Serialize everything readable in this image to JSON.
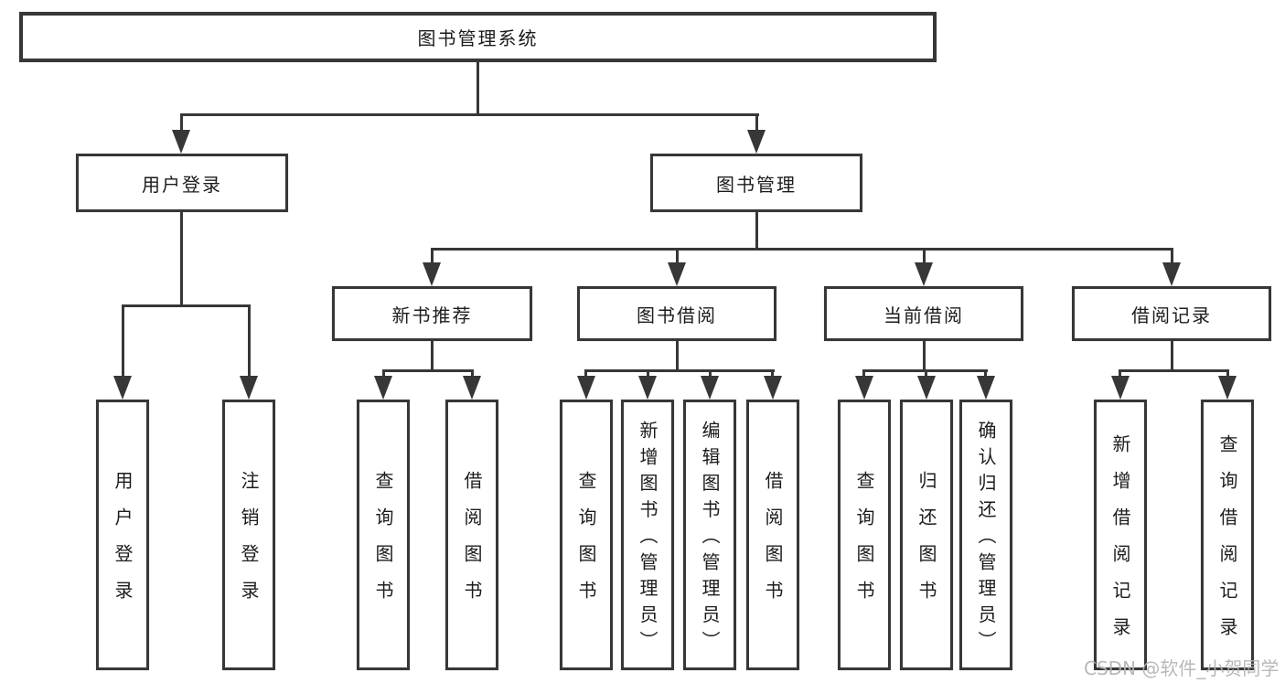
{
  "diagram_title": "图书管理系统",
  "nodes": {
    "root": "图书管理系统",
    "user_login": "用户登录",
    "book_mgmt": "图书管理",
    "new_book_rec": "新书推荐",
    "book_borrow": "图书借阅",
    "current_borrow": "当前借阅",
    "borrow_records": "借阅记录"
  },
  "leaves": [
    {
      "label": "用户登录",
      "parent": "用户登录"
    },
    {
      "label": "注销登录",
      "parent": "用户登录"
    },
    {
      "label": "查询图书",
      "parent": "新书推荐"
    },
    {
      "label": "借阅图书",
      "parent": "新书推荐"
    },
    {
      "label": "查询图书",
      "parent": "图书借阅"
    },
    {
      "label": "新增图书（管理员）",
      "parent": "图书借阅"
    },
    {
      "label": "编辑图书（管理员）",
      "parent": "图书借阅"
    },
    {
      "label": "借阅图书",
      "parent": "图书借阅"
    },
    {
      "label": "查询图书",
      "parent": "当前借阅"
    },
    {
      "label": "归还图书",
      "parent": "当前借阅"
    },
    {
      "label": "确认归还（管理员）",
      "parent": "当前借阅"
    },
    {
      "label": "新增借阅记录",
      "parent": "借阅记录"
    },
    {
      "label": "查询借阅记录",
      "parent": "借阅记录"
    }
  ],
  "watermark": "CSDN @软件_小贺同学",
  "colors": {
    "line": "#373737",
    "text": "#1c1c1c",
    "background": "#ffffff",
    "watermark": "#b3b3b3"
  }
}
